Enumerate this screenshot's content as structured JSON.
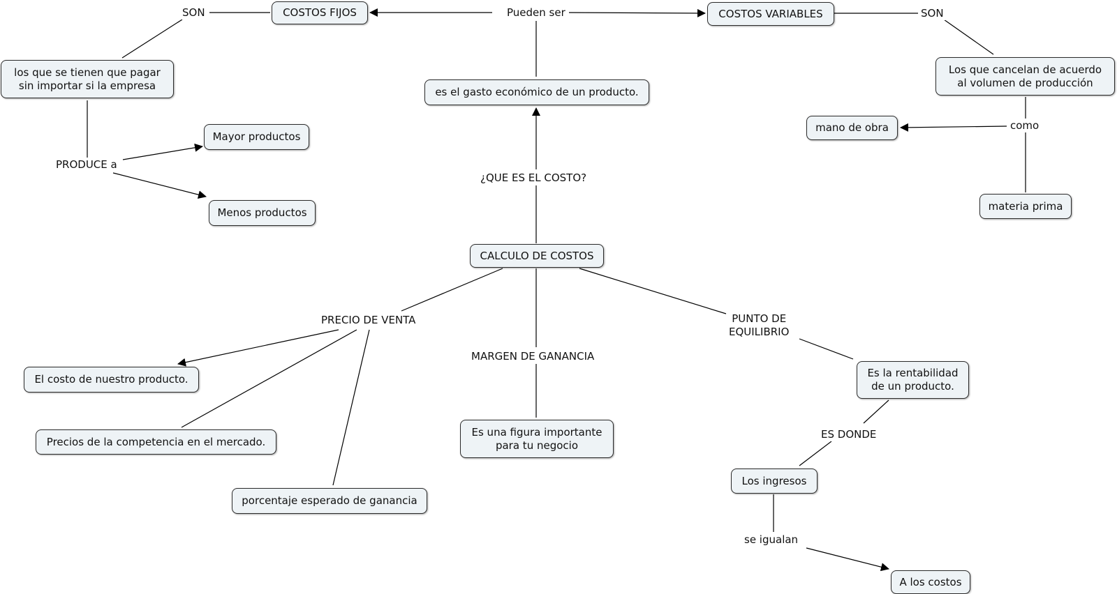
{
  "concept_map": {
    "nodes": {
      "costos_fijos": "COSTOS FIJOS",
      "costos_variables": "COSTOS VARIABLES",
      "definicion_costo": "es el gasto económico de un producto.",
      "fijos_definicion": "los que se tienen que pagar\nsin importar si la empresa",
      "mayor_productos": "Mayor productos",
      "menos_productos": "Menos productos",
      "variables_definicion": "Los que cancelan de acuerdo\nal volumen de producción",
      "mano_de_obra": "mano de obra",
      "materia_prima": "materia prima",
      "calculo_de_costos": "CALCULO DE COSTOS",
      "costo_producto": "El costo de nuestro producto.",
      "precios_competencia": "Precios de la competencia en el mercado.",
      "porcentaje_ganancia": "porcentaje esperado de ganancia",
      "figura_importante": "Es una figura importante\npara tu negocio",
      "rentabilidad": "Es la rentabilidad\nde un producto.",
      "los_ingresos": "Los ingresos",
      "a_los_costos": "A los costos"
    },
    "link_labels": {
      "son_fijos": "SON",
      "pueden_ser": "Pueden ser",
      "son_variables": "SON",
      "produce_a": "PRODUCE a",
      "como": "como",
      "que_es_el_costo": "¿QUE ES EL COSTO?",
      "precio_de_venta": "PRECIO DE VENTA",
      "margen_de_ganancia": "MARGEN DE GANANCIA",
      "punto_de_equilibrio": "PUNTO DE\nEQUILIBRIO",
      "es_donde": "ES DONDE",
      "se_igualan": "se igualan"
    }
  }
}
